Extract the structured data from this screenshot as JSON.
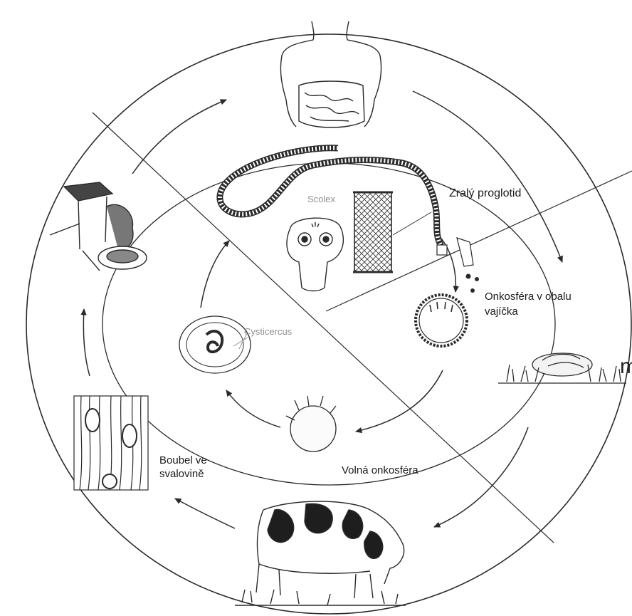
{
  "labels": {
    "zraly_proglotid": "Zralý proglotid",
    "scolex": "Scolex",
    "onkosfera_line1": "Onkosféra  v obalu",
    "onkosfera_line2": "vajíčka",
    "cysticercus": "Cysticercus",
    "boubel_line1": "Boubel ve",
    "boubel_line2": "svalovině",
    "volna_onkosfera": "Volná onkosféra",
    "cut_off_letter": "m"
  },
  "stages": [
    {
      "id": "human-host",
      "icon": "human-torso-intestines-icon"
    },
    {
      "id": "mature-proglottid",
      "icon": "tapeworm-proglottid-icon"
    },
    {
      "id": "egg-in-grass",
      "icon": "feces-in-grass-icon"
    },
    {
      "id": "cattle-host",
      "icon": "grazing-cow-icon"
    },
    {
      "id": "muscle-cyst",
      "icon": "muscle-tissue-cyst-icon"
    },
    {
      "id": "meat-grinder",
      "icon": "meat-grinder-icon"
    },
    {
      "id": "onchosphere-egg",
      "icon": "onchosphere-egg-icon"
    },
    {
      "id": "free-onchosphere",
      "icon": "free-onchosphere-icon"
    },
    {
      "id": "cysticercus",
      "icon": "cysticercus-icon"
    },
    {
      "id": "scolex",
      "icon": "scolex-icon"
    }
  ],
  "colors": {
    "line": "#2a2a2a",
    "gray_label": "#8f8f8f",
    "background": "#ffffff"
  }
}
